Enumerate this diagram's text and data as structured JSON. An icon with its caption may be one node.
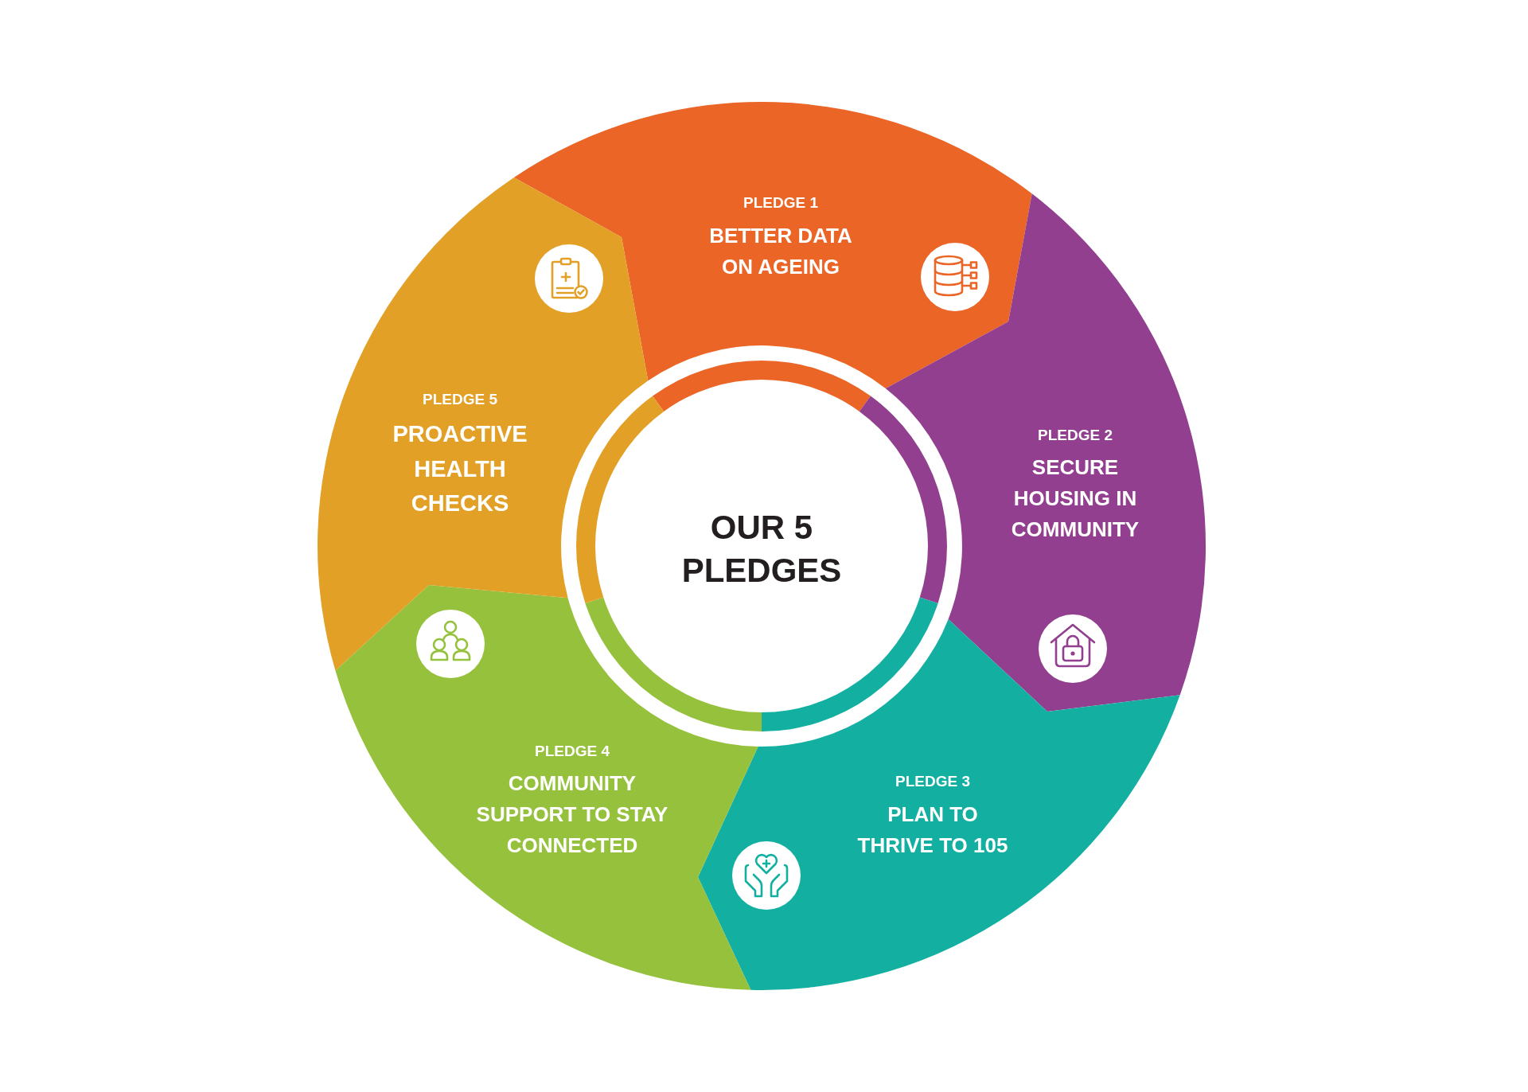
{
  "diagram": {
    "nodes": [
      {
        "text": [
          "OUR 5 PLEDGES"
        ]
      },
      {
        "text": [
          "PLEDGE 1",
          "BETTER DATA ON AGEING"
        ]
      },
      {
        "text": [
          "PLEDGE 2",
          "SECURE HOUSING IN COMMUNITY"
        ]
      },
      {
        "text": [
          "PLEDGE 3",
          "PLAN TO THRIVE TO 105"
        ]
      },
      {
        "text": [
          "PLEDGE 4",
          "COMMUNITY SUPPORT TO STAY CONNECTED"
        ]
      },
      {
        "text": [
          "PLEDGE 5",
          "PROACTIVE HEALTH CHECKS"
        ]
      }
    ]
  }
}
